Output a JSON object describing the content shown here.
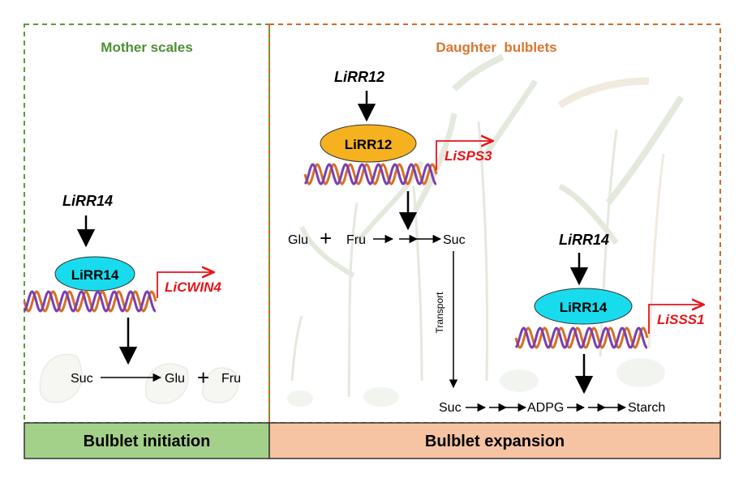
{
  "colors": {
    "left_border": "#5c9a3e",
    "right_border": "#cc6a2a",
    "left_title": "#4f8f37",
    "right_title": "#d9752f",
    "left_bar": "#a4d18a",
    "right_bar": "#f6c4a2",
    "lirr14_fill": "#19dbee",
    "lirr12_fill": "#f5b21e",
    "target_gene": "#e8141b",
    "dna_strand_a": "#7b3fb0",
    "dna_strand_b": "#d86f22",
    "plant_tint": "#dfe6d5"
  },
  "left_panel": {
    "title": "Mother scales",
    "regulator_gene": "LiRR14",
    "protein": "LiRR14",
    "target_gene": "LiCWIN4",
    "reaction": {
      "substrate": "Suc",
      "product1": "Glu",
      "plus": "+",
      "product2": "Fru"
    }
  },
  "right_panel": {
    "title": "Daughter  bulblets",
    "module1": {
      "regulator_gene": "LiRR12",
      "protein": "LiRR12",
      "target_gene": "LiSPS3",
      "reaction": {
        "reactant1": "Glu",
        "plus": "+",
        "reactant2": "Fru",
        "product": "Suc"
      }
    },
    "transport_label": "Transport",
    "module2": {
      "regulator_gene": "LiRR14",
      "protein": "LiRR14",
      "target_gene": "LiSSS1",
      "pathway": {
        "start": "Suc",
        "intermediate": "ADPG",
        "end": "Starch"
      }
    }
  },
  "bottom_bar": {
    "left_label": "Bulblet initiation",
    "right_label": "Bulblet expansion"
  }
}
